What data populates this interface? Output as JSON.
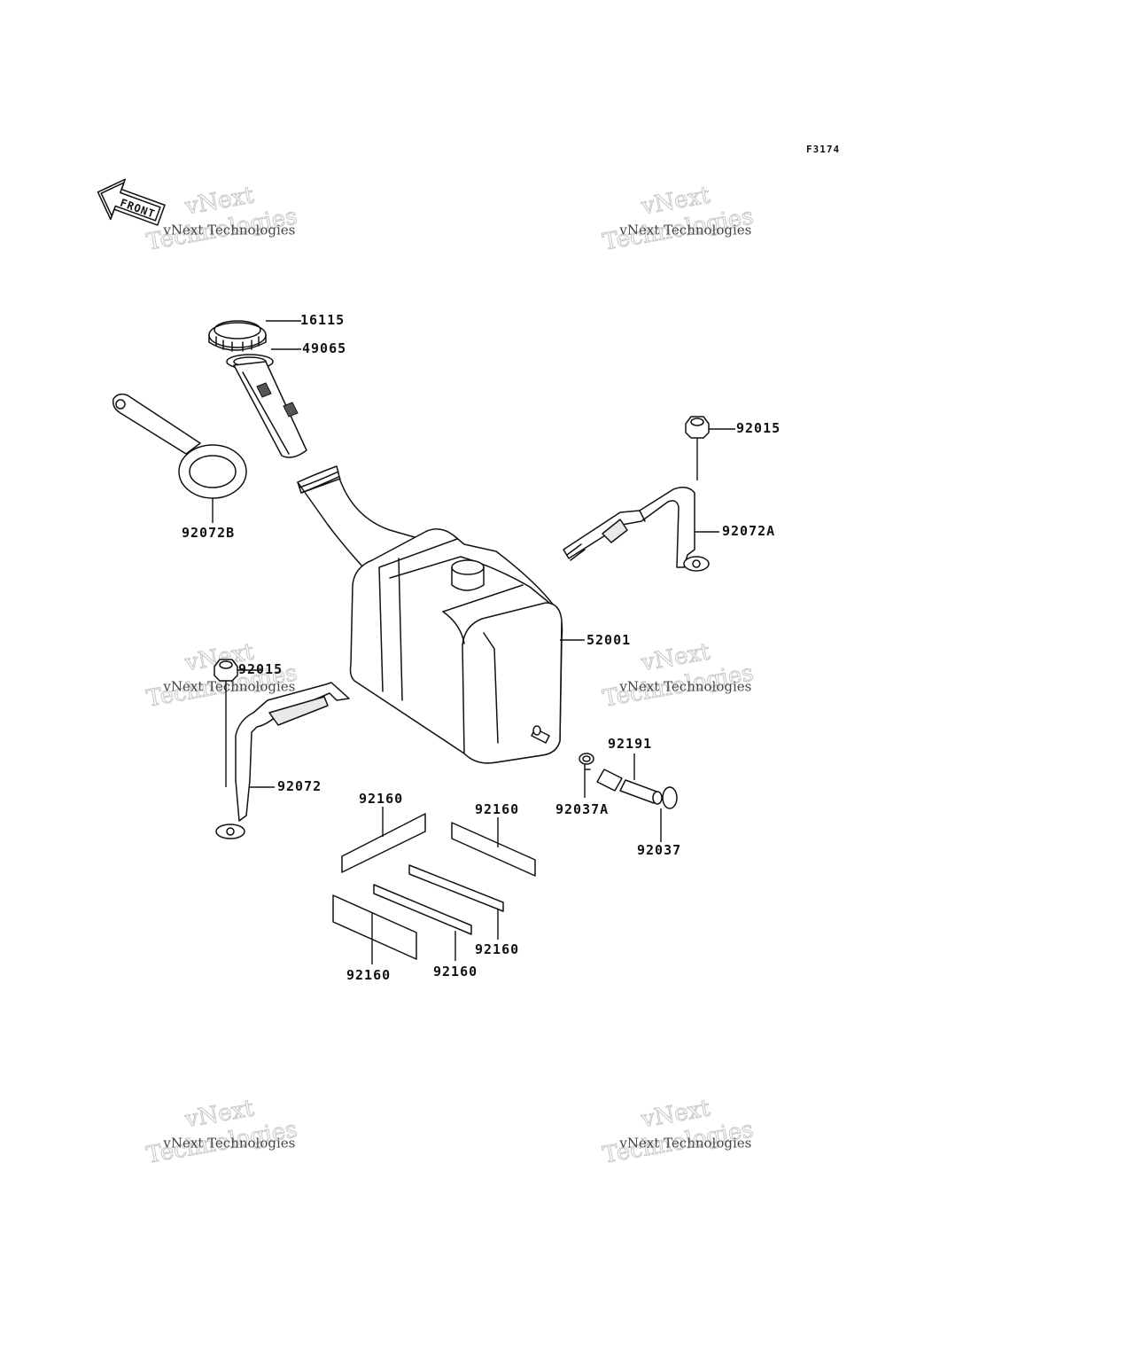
{
  "figure_code": "F3174",
  "front_label": "FRONT",
  "watermark": {
    "small": "vNext Technologies",
    "big_line1": "vNext",
    "big_line2": "Technologies"
  },
  "parts": [
    {
      "number": "16115",
      "part": "filler cap"
    },
    {
      "number": "49065",
      "part": "filler strainer"
    },
    {
      "number": "92072B",
      "part": "cap strap"
    },
    {
      "number": "92015",
      "part": "nut, upper bracket"
    },
    {
      "number": "92072A",
      "part": "tank band, right"
    },
    {
      "number": "52001",
      "part": "tank"
    },
    {
      "number": "92015",
      "part": "nut, left bracket"
    },
    {
      "number": "92072",
      "part": "tank band, left"
    },
    {
      "number": "92191",
      "part": "hose"
    },
    {
      "number": "92037A",
      "part": "hose clamp"
    },
    {
      "number": "92037",
      "part": "clip"
    },
    {
      "number": "92160",
      "part": "pad, top left"
    },
    {
      "number": "92160",
      "part": "pad, top right"
    },
    {
      "number": "92160",
      "part": "pad, middle"
    },
    {
      "number": "92160",
      "part": "pad, bottom left"
    },
    {
      "number": "92160",
      "part": "pad, bottom middle"
    }
  ]
}
